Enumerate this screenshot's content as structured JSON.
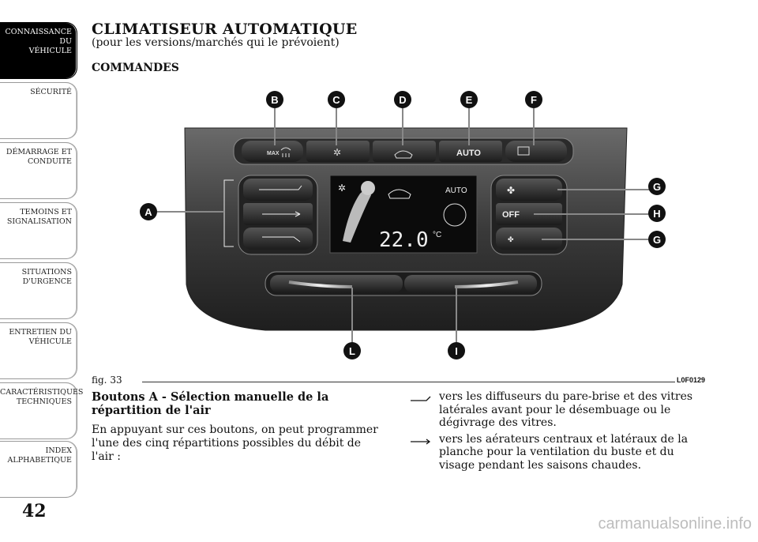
{
  "sidebar": {
    "tabs": [
      {
        "label": "CONNAISSANCE DU\nVÉHICULE",
        "active": true
      },
      {
        "label": "SÉCURITÉ",
        "active": false
      },
      {
        "label": "DÉMARRAGE ET\nCONDUITE",
        "active": false
      },
      {
        "label": "TEMOINS ET\nSIGNALISATION",
        "active": false
      },
      {
        "label": "SITUATIONS\nD'URGENCE",
        "active": false
      },
      {
        "label": "ENTRETIEN DU\nVÉHICULE",
        "active": false
      },
      {
        "label": "CARACTÉRISTIQUES\nTECHNIQUES",
        "active": false
      },
      {
        "label": "INDEX\nALPHABETIQUE",
        "active": false
      }
    ]
  },
  "page_number": "42",
  "header": {
    "title": "CLIMATISEUR AUTOMATIQUE",
    "subtitle": "(pour les versions/marchés qui le prévoient)",
    "section": "COMMANDES"
  },
  "figure": {
    "caption": "fig. 33",
    "code": "L0F0129",
    "callouts": [
      "A",
      "B",
      "C",
      "D",
      "E",
      "F",
      "G",
      "H",
      "G",
      "L",
      "I"
    ],
    "panel": {
      "max_label": "MAX",
      "auto_button": "AUTO",
      "off_button": "OFF",
      "display_auto": "AUTO",
      "display_temp": "22.0",
      "display_unit": "°C"
    }
  },
  "body": {
    "heading": "Boutons A - Sélection manuelle de la répartition de l'air",
    "paragraph": "En appuyant sur ces boutons, on peut programmer l'une des cinq répartitions possibles du débit de l'air :",
    "bullets": [
      {
        "icon": "windshield-vents-icon",
        "text": "vers les diffuseurs du pare-brise et des vitres latérales avant pour le désembuage ou le dégivrage des vitres."
      },
      {
        "icon": "center-vents-icon",
        "text": "vers les aérateurs centraux et latéraux de la planche pour la ventilation du buste et du visage pendant les saisons chaudes."
      }
    ]
  },
  "watermark": "carmanualsonline.info"
}
